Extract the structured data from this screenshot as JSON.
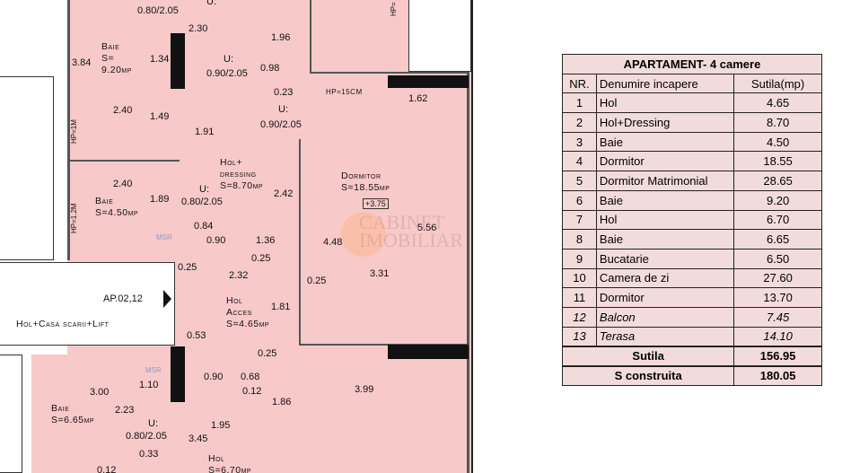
{
  "plan": {
    "rooms": [
      "Baie\nS=\n9.20mp",
      "Hol+\ndressing\nS=8.70mp",
      "Baie\nS=4.50mp",
      "Dormitor\nS=18.55mp",
      "Hol\nAcces\nS=4.65mp",
      "Baie\nS=6.65mp",
      "Hol\nS=6.70mp"
    ],
    "hall_label": "AP.02,12",
    "hall_name": "Hol+Casa scarii+Lift",
    "level_mark": "+3.75",
    "msr": [
      "MSR",
      "MSR"
    ],
    "vertical": [
      "HP=1M",
      "HP=1.2M",
      "HP="
    ],
    "window_note": "HP=15CM",
    "dims": [
      "U:",
      "0.80/2.05",
      "2.30",
      "1.96",
      "3.84",
      "1.34",
      "U:",
      "0.90/2.05",
      "0.98",
      "0.23",
      "U:",
      "0.90/2.05",
      "1.62",
      "2.40",
      "1.49",
      "1.91",
      "2.42",
      "2.40",
      "1.89",
      "U:",
      "0.80/2.05",
      "0.84",
      "0.90",
      "1.36",
      "4.48",
      "5.56",
      "0.25",
      "0.25",
      "2.32",
      "0.25",
      "3.31",
      "1.81",
      "0.53",
      "0.25",
      "1.10",
      "0.90",
      "0.68",
      "0.12",
      "3.00",
      "1.86",
      "3.99",
      "2.23",
      "U:",
      "0.80/2.05",
      "1.95",
      "3.45",
      "0.33",
      "0.12"
    ],
    "watermark": "CABINET\nIMOBILIAR"
  },
  "table": {
    "title": "APARTAMENT- 4 camere",
    "headers": [
      "NR.",
      "Denumire incapere",
      "Sutila(mp)"
    ],
    "rows": [
      [
        "1",
        "Hol",
        "4.65"
      ],
      [
        "2",
        "Hol+Dressing",
        "8.70"
      ],
      [
        "3",
        "Baie",
        "4.50"
      ],
      [
        "4",
        "Dormitor",
        "18.55"
      ],
      [
        "5",
        "Dormitor Matrimonial",
        "28.65"
      ],
      [
        "6",
        "Baie",
        "9.20"
      ],
      [
        "7",
        "Hol",
        "6.70"
      ],
      [
        "8",
        "Baie",
        "6.65"
      ],
      [
        "9",
        "Bucatarie",
        "6.50"
      ],
      [
        "10",
        "Camera de zi",
        "27.60"
      ],
      [
        "11",
        "Dormitor",
        "13.70"
      ],
      [
        "12",
        "Balcon",
        "7.45"
      ],
      [
        "13",
        "Terasa",
        "14.10"
      ]
    ],
    "italic_rows": [
      11,
      12
    ],
    "totals": [
      [
        "Sutila",
        "156.95"
      ],
      [
        "S construita",
        "180.05"
      ]
    ]
  },
  "colors": {
    "room_fill": "#f8c9c9",
    "table_fill": "#f2dcdb",
    "wall": "#111111"
  }
}
